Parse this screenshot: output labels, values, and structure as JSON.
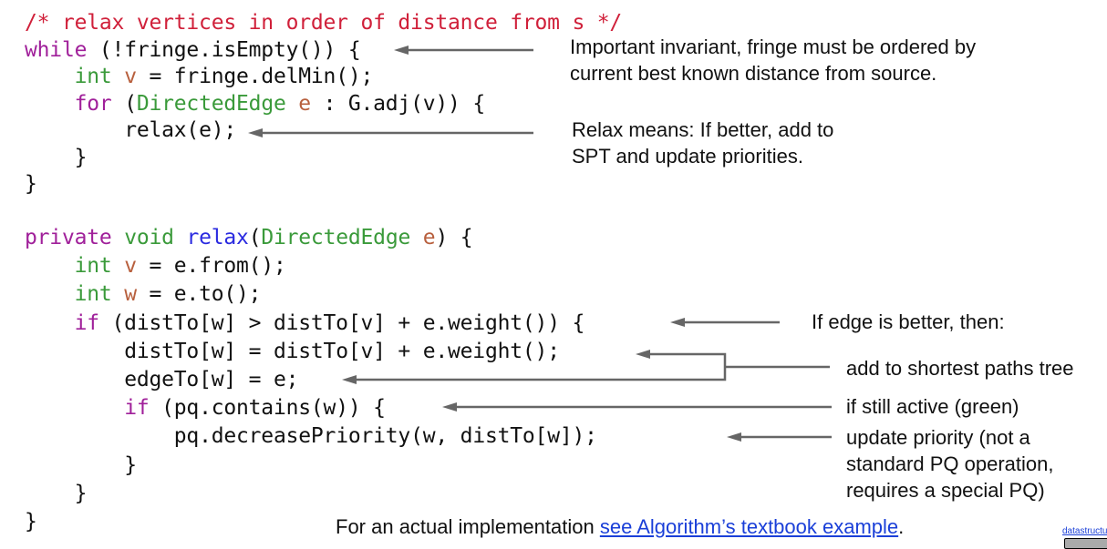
{
  "code": {
    "comment": "/* relax vertices in order of distance from s */",
    "loop": [
      {
        "kw": "while",
        "rest": " (!fringe.isEmpty()) {"
      },
      {
        "ty": "int",
        "vr": " v",
        "rest": " = fringe.delMin();"
      },
      {
        "kw": "for",
        "ty": "DirectedEdge",
        "vr": " e",
        "rest": " : G.adj(v)) {"
      },
      {
        "rest": "relax(e);"
      },
      {
        "rest": "}"
      },
      {
        "rest": "}"
      }
    ],
    "relax": {
      "sig_kw": "private",
      "sig_ty": "void",
      "sig_fn": "relax",
      "sig_param_ty": "DirectedEdge",
      "sig_param": "e",
      "sig_end": ") {",
      "lines": [
        {
          "ty": "int",
          "vr": " v",
          "rest": " = e.from();"
        },
        {
          "ty": "int",
          "vr": " w",
          "rest": " = e.to();"
        },
        {
          "kw": "if",
          "rest": " (distTo[w] > distTo[v] + e.weight()) {"
        },
        {
          "rest": "distTo[w] = distTo[v] + e.weight();"
        },
        {
          "rest": "edgeTo[w] = e;"
        },
        {
          "kw": "if",
          "rest": " (pq.contains(w)) {"
        },
        {
          "rest": "pq.decreasePriority(w, distTo[w]);"
        },
        {
          "rest": "}"
        },
        {
          "rest": "}"
        },
        {
          "rest": "}"
        }
      ]
    }
  },
  "notes": {
    "invariant": "Important invariant, fringe must be ordered by\ncurrent best known distance from source.",
    "relax_means": "Relax means: If better, add to\nSPT and update priorities.",
    "edge_better": "If edge is better, then:",
    "add_spt": "add to shortest paths tree",
    "still_active": "if still active (green)",
    "update_priority": "update priority (not a\nstandard PQ operation,\nrequires a special PQ)"
  },
  "footer": {
    "prefix": "For an actual implementation ",
    "link": "see Algorithm’s textbook example",
    "suffix": "."
  },
  "credit": "datastructu",
  "colors": {
    "comment": "#d0203a",
    "keyword": "#a0209a",
    "type": "#3a9a3a",
    "variable": "#b8603e",
    "function": "#2a2ae0",
    "arrow": "#666666",
    "link": "#1a3fd8"
  }
}
